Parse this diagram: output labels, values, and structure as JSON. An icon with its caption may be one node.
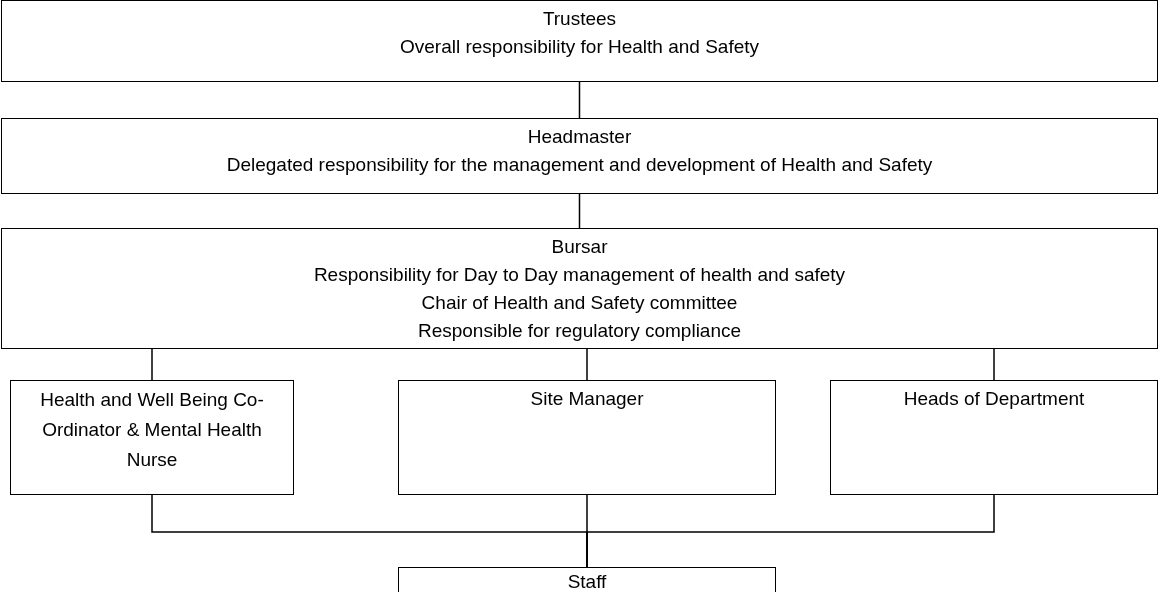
{
  "diagram": {
    "nodes": [
      {
        "text": [
          "Trustees",
          "Overall responsibility for Health and Safety"
        ]
      },
      {
        "text": [
          "Headmaster",
          "Delegated responsibility for the management and development of Health and Safety"
        ]
      },
      {
        "text": [
          "Bursar",
          "Responsibility for Day to Day management of health and safety",
          "Chair of Health and Safety committee",
          "Responsible for regulatory compliance"
        ]
      },
      {
        "text": [
          "Health and Well Being Co-Ordinator & Mental Health Nurse"
        ]
      },
      {
        "text": [
          "Site Manager"
        ]
      },
      {
        "text": [
          "Heads of Department"
        ]
      },
      {
        "text": [
          "Staff"
        ]
      }
    ],
    "edges": [
      {
        "from": 0,
        "to": 1,
        "arrow": "none"
      },
      {
        "from": 1,
        "to": 2,
        "arrow": "none"
      },
      {
        "from": 2,
        "to": 3,
        "arrow": "none"
      },
      {
        "from": 2,
        "to": 4,
        "arrow": "none"
      },
      {
        "from": 2,
        "to": 5,
        "arrow": "none"
      },
      {
        "from": 3,
        "to": 6,
        "arrow": "none"
      },
      {
        "from": 4,
        "to": 6,
        "arrow": "none"
      },
      {
        "from": 5,
        "to": 6,
        "arrow": "none"
      }
    ]
  }
}
